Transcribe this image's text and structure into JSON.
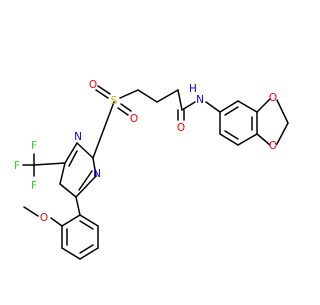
{
  "molecule": {
    "colors": {
      "carbon_bond": "#000000",
      "nitrogen": "#0000ff",
      "oxygen": "#ff0000",
      "sulfur": "#b8b800",
      "fluorine": "#33cc33",
      "background": "#ffffff"
    },
    "atom_labels": {
      "F_top": "F",
      "F_left": "F",
      "F_bottom": "F",
      "N_pyrimidine_upper": "N",
      "N_pyrimidine_lower": "N",
      "S": "S",
      "O_sulfonyl_left": "O",
      "O_sulfonyl_right": "O",
      "O_amide": "O",
      "N_amide": "N",
      "H_amide": "H",
      "O_methoxy": "O",
      "O_dioxole_upper": "O",
      "O_dioxole_lower": "O"
    }
  }
}
